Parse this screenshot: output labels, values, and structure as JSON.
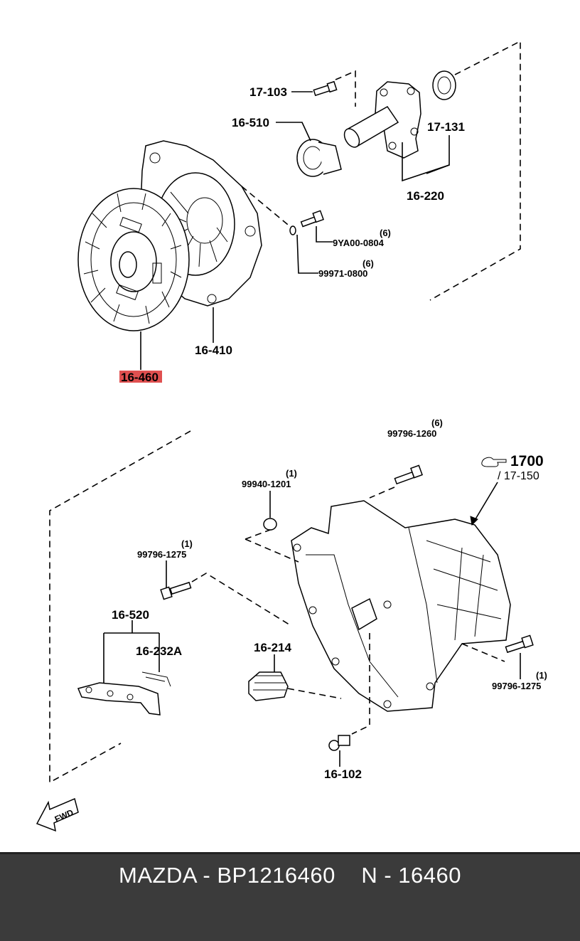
{
  "labels": {
    "part_17_103": "17-103",
    "part_16_510": "16-510",
    "part_17_131": "17-131",
    "part_16_220": "16-220",
    "part_16_410": "16-410",
    "part_16_460": "16-460",
    "part_9ya00_qty": "(6)",
    "part_9ya00": "9YA00-0804",
    "part_99971_qty": "(6)",
    "part_99971": "99971-0800",
    "part_99796_1260_qty": "(6)",
    "part_99796_1260": "99796-1260",
    "ref_1700": "1700",
    "ref_17_150": "/ 17-150",
    "part_99940_qty": "(1)",
    "part_99940": "99940-1201",
    "part_99796_1275a_qty": "(1)",
    "part_99796_1275a": "99796-1275",
    "part_16_520": "16-520",
    "part_16_232a": "16-232A",
    "part_16_214": "16-214",
    "part_99796_1275b_qty": "(1)",
    "part_99796_1275b": "99796-1275",
    "part_16_102": "16-102",
    "fwd": "FWD"
  },
  "colors": {
    "highlight": "#e05050",
    "footer_bg": "#3b3b3b",
    "footer_text": "#ffffff"
  },
  "footer": {
    "text": "MAZDA - BP1216460    N - 16460"
  }
}
